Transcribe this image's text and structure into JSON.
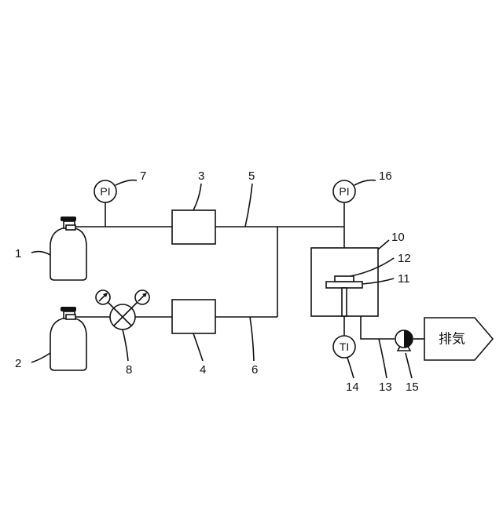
{
  "diagram": {
    "exhaust_label": "排気",
    "instruments": {
      "pi_upper": "PI",
      "pi_reactor": "PI",
      "ti_reactor": "TI"
    },
    "ref_numbers": {
      "n1": "1",
      "n2": "2",
      "n3": "3",
      "n4": "4",
      "n5": "5",
      "n6": "6",
      "n7": "7",
      "n8": "8",
      "n10": "10",
      "n11": "11",
      "n12": "12",
      "n13": "13",
      "n14": "14",
      "n15": "15",
      "n16": "16"
    }
  }
}
